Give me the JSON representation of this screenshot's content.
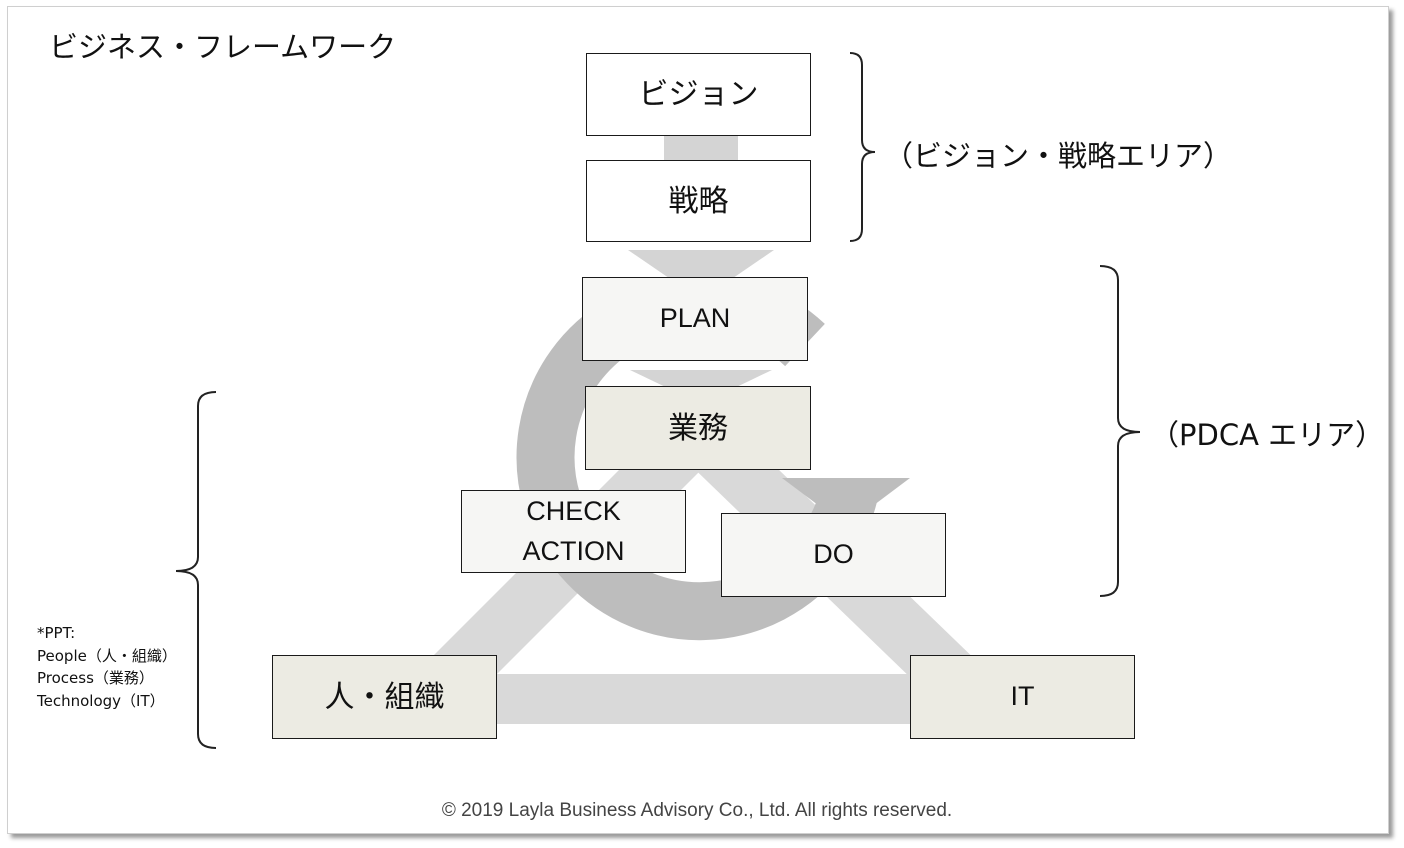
{
  "title": "ビジネス・フレームワーク",
  "boxes": {
    "vision": "ビジョン",
    "strategy": "戦略",
    "plan": "PLAN",
    "operations": "業務",
    "check_line1": "CHECK",
    "check_line2": "ACTION",
    "do": "DO",
    "people": "人・組織",
    "it": "IT"
  },
  "area_labels": {
    "vision_strategy": "（ビジョン・戦略エリア）",
    "pdca": "（PDCA エリア）"
  },
  "note": {
    "line1": "*PPT:",
    "line2": "People（人・組織）",
    "line3": "Process（業務）",
    "line4": "Technology（IT）"
  },
  "footer": "© 2019 Layla Business Advisory Co., Ltd. All rights reserved.",
  "colors": {
    "cycle_gray": "#bdbdbd",
    "connector_gray": "#d9d9d9",
    "box_beige": "#ecebe3",
    "box_light": "#f6f6f4"
  }
}
